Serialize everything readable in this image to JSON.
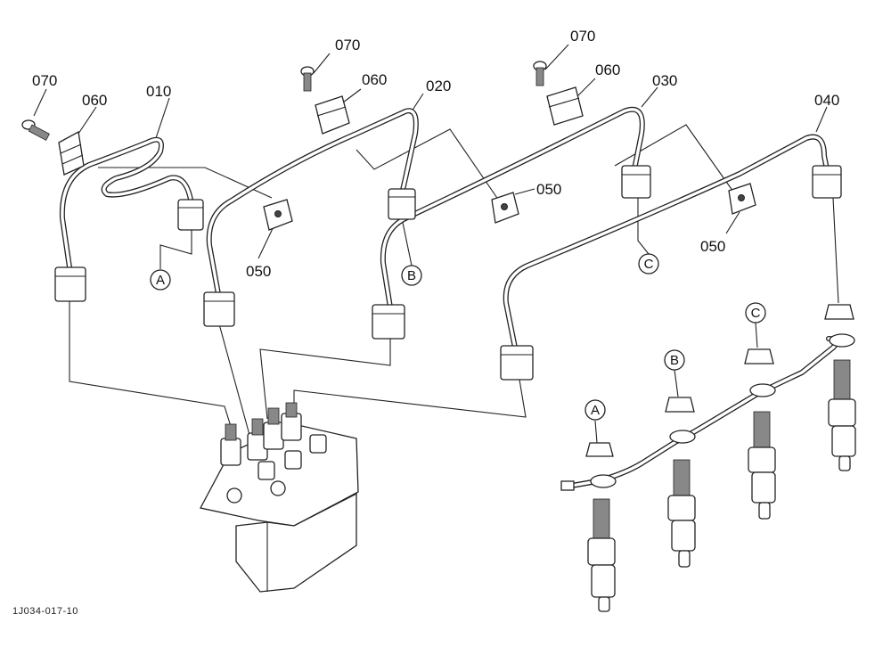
{
  "part_numbers": {
    "p010": "010",
    "p020": "020",
    "p030": "030",
    "p040": "040",
    "p050": "050",
    "p060": "060",
    "p070": "070"
  },
  "connection_markers": {
    "a": "A",
    "b": "B",
    "c": "C"
  },
  "figure_code": "1J034-017-10"
}
